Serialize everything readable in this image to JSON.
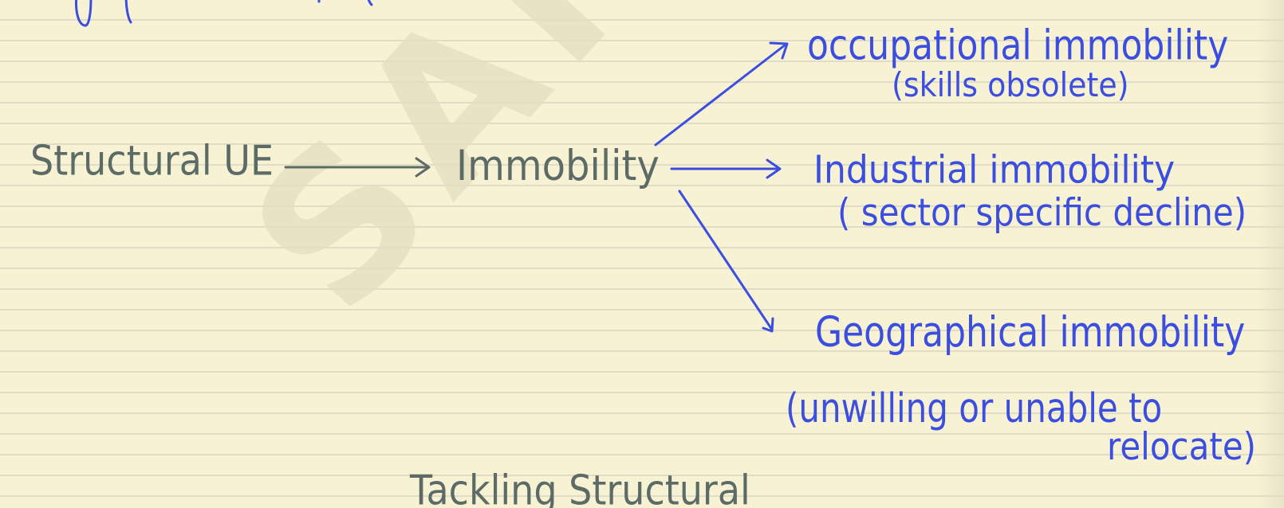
{
  "notes": {
    "structural_ue": "Structural UE",
    "immobility": "Immobility",
    "occupational": "occupational immobility",
    "occupational_note": "(skills obsolete)",
    "industrial": "Industrial immobility",
    "industrial_note": "( sector specific decline)",
    "geographical": "Geographical immobility",
    "geographical_note_1": "(unwilling or unable to",
    "geographical_note_2": "relocate)",
    "bottom_heading": "Tackling Structural"
  },
  "watermark": "SARTHI",
  "colors": {
    "paper": "#f7f2d3",
    "rule_line": "#e0dcc6",
    "gray_ink": "#5c6b66",
    "blue_ink": "#3c4ee0",
    "watermark": "#e4dfbf"
  },
  "icons": {
    "arrow_main": "right-arrow-icon",
    "arrow_branches": "branch-arrow-icon"
  }
}
